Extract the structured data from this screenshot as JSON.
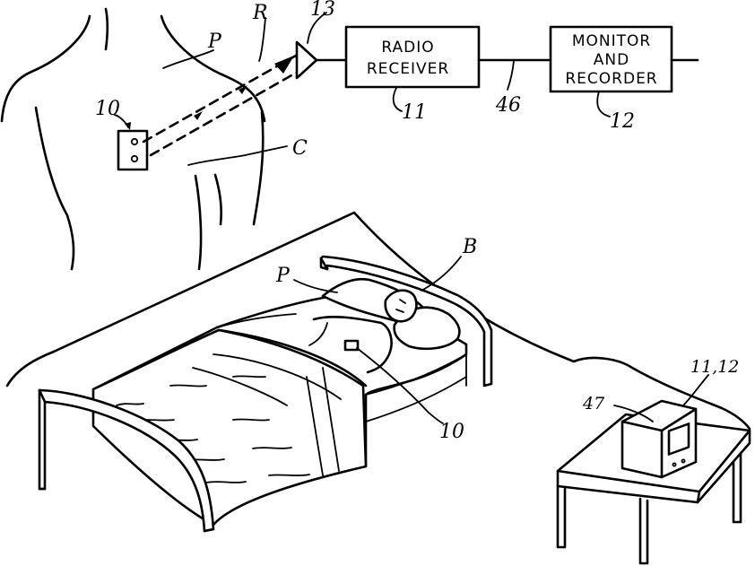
{
  "boxes": {
    "radio_receiver_line1": "RADIO",
    "radio_receiver_line2": "RECEIVER",
    "monitor_line1": "MONITOR",
    "monitor_line2": "AND",
    "monitor_line3": "RECORDER"
  },
  "refs": {
    "r13": "13",
    "R": "R",
    "P_top": "P",
    "r10_top": "10",
    "C": "C",
    "r11": "11",
    "r46": "46",
    "r12": "12",
    "B": "B",
    "P_bed": "P",
    "r10_bed": "10",
    "r47": "47",
    "r11_12": "11,12"
  }
}
